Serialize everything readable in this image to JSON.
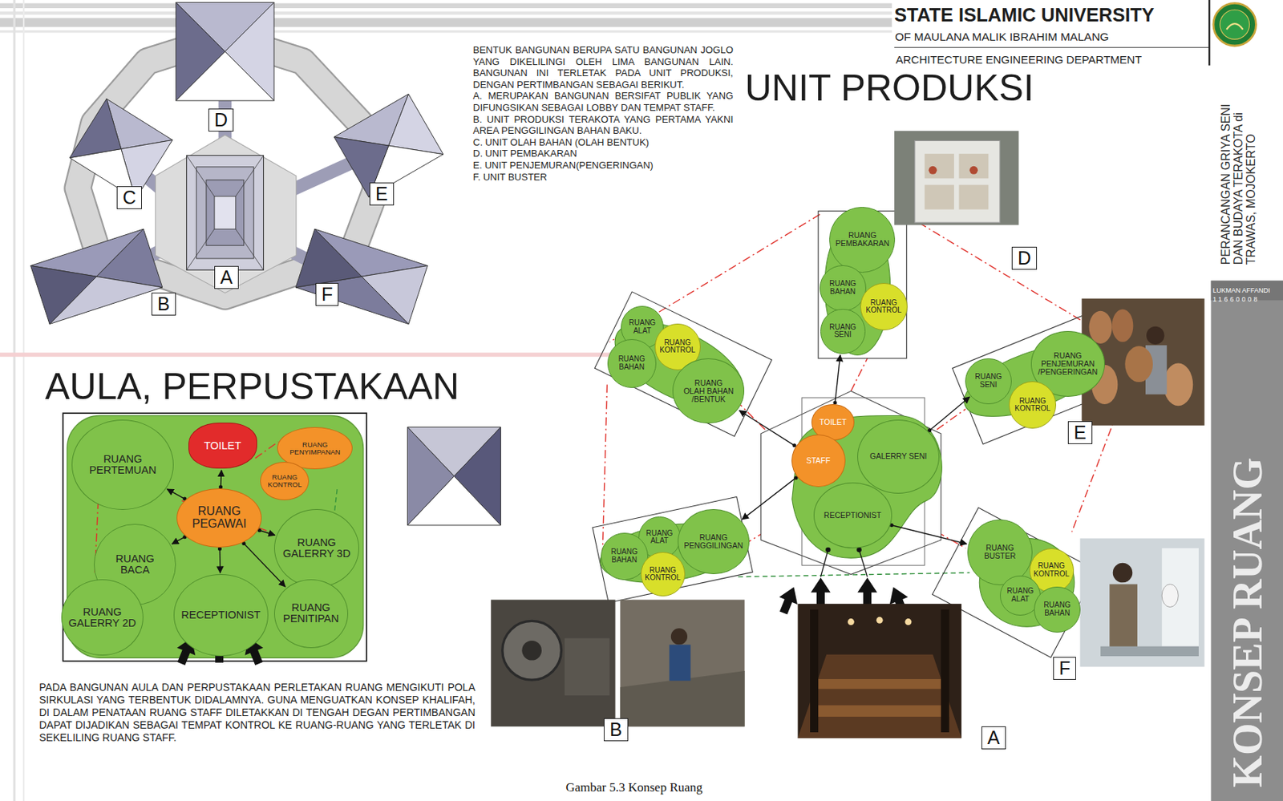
{
  "diagram": {
    "title": "UNIT PRODUKSI",
    "caption": "Gambar 5.3 Konsep Ruang",
    "nodes": [
      {
        "text": [
          "RUANG PERTEMUAN"
        ]
      },
      {
        "text": [
          "TOILET"
        ]
      },
      {
        "text": [
          "RUANG PENYIMPANAN"
        ]
      },
      {
        "text": [
          "RUANG KONTROL"
        ]
      },
      {
        "text": [
          "RUANG PEGAWAI"
        ]
      },
      {
        "text": [
          "RUANG BACA"
        ]
      },
      {
        "text": [
          "RUANG GALERRY 3D"
        ]
      },
      {
        "text": [
          "RUANG GALERRY 2D"
        ]
      },
      {
        "text": [
          "RECEPTIONIST"
        ]
      },
      {
        "text": [
          "RUANG PENITIPAN"
        ]
      },
      {
        "text": [
          "RUANG PEMBAKARAN"
        ]
      },
      {
        "text": [
          "RUANG BAHAN"
        ]
      },
      {
        "text": [
          "RUANG KONTROL"
        ]
      },
      {
        "text": [
          "RUANG SENI"
        ]
      },
      {
        "text": [
          "RUANG ALAT"
        ]
      },
      {
        "text": [
          "RUANG KONTROL"
        ]
      },
      {
        "text": [
          "RUANG BAHAN"
        ]
      },
      {
        "text": [
          "RUANG OLAH BAHAN /BENTUK"
        ]
      },
      {
        "text": [
          "RUANG SENI"
        ]
      },
      {
        "text": [
          "RUANG PENJEMURAN /PENGERINGAN"
        ]
      },
      {
        "text": [
          "RUANG KONTROL"
        ]
      },
      {
        "text": [
          "TOILET"
        ]
      },
      {
        "text": [
          "STAFF"
        ]
      },
      {
        "text": [
          "GALERRY SENI"
        ]
      },
      {
        "text": [
          "RECEPTIONIST"
        ]
      },
      {
        "text": [
          "RUANG ALAT"
        ]
      },
      {
        "text": [
          "RUANG BAHAN"
        ]
      },
      {
        "text": [
          "RUANG PENGGILINGAN"
        ]
      },
      {
        "text": [
          "RUANG KONTROL"
        ]
      },
      {
        "text": [
          "RUANG BUSTER"
        ]
      },
      {
        "text": [
          "RUANG KONTROL"
        ]
      },
      {
        "text": [
          "RUANG ALAT"
        ]
      },
      {
        "text": [
          "RUANG BAHAN"
        ]
      }
    ],
    "edges": [
      {
        "from": 4,
        "to": 0,
        "arrow": "to"
      },
      {
        "from": 4,
        "to": 1,
        "arrow": "to"
      },
      {
        "from": 4,
        "to": 5,
        "arrow": "to"
      },
      {
        "from": 4,
        "to": 6,
        "arrow": "to"
      },
      {
        "from": 4,
        "to": 8,
        "arrow": "to"
      },
      {
        "from": 4,
        "to": 9,
        "arrow": "to"
      },
      {
        "from": 21,
        "to": 13,
        "arrow": "to"
      },
      {
        "from": 22,
        "to": 17,
        "arrow": "to"
      },
      {
        "from": 22,
        "to": 27,
        "arrow": "to"
      },
      {
        "from": 23,
        "to": 18,
        "arrow": "to"
      },
      {
        "from": 24,
        "to": 29,
        "arrow": "to"
      }
    ],
    "labels": [
      "STATE ISLAMIC UNIVERSITY",
      "OF MAULANA MALIK IBRAHIM MALANG",
      "ARCHITECTURE ENGINEERING DEPARTMENT",
      "PERANCANGAN GRIYA SENI DAN BUDAYA TERAKOTA di TRAWAS, MOJOKERTO",
      "LUKMAN AFFANDI",
      "11660008",
      "KONSEP RUANG",
      "BENTUK BANGUNAN BERUPA SATU BANGUNAN JOGLO YANG DIKELILINGI OLEH LIMA BANGUNAN LAIN. BANGUNAN INI TERLETAK PADA UNIT PRODUKSI, DENGAN PERTIMBANGAN SEBAGAI BERIKUT.",
      "A. MERUPAKAN BANGUNAN BERSIFAT PUBLIK YANG DIFUNGSIKAN SEBAGAI LOBBY DAN TEMPAT STAFF.",
      "B. UNIT PRODUKSI TERAKOTA YANG PERTAMA YAKNI AREA PENGGILINGAN BAHAN BAKU.",
      "C. UNIT OLAH BAHAN (OLAH BENTUK)",
      "D. UNIT PEMBAKARAN",
      "E. UNIT PENJEMURAN(PENGERINGAN)",
      "F. UNIT BUSTER",
      "AULA, PERPUSTAKAAN",
      "PADA BANGUNAN AULA DAN PERPUSTAKAAN PERLETAKAN RUANG MENGIKUTI POLA SIRKULASI YANG TERBENTUK DIDALAMNYA. GUNA MENGUATKAN KONSEP KHALIFAH, DI DALAM PENATAAN RUANG STAFF DILETAKKAN DI TENGAH DEGAN PERTIMBANGAN DAPAT DIJADIKAN SEBAGAI TEMPAT KONTROL KE RUANG-RUANG YANG TERLETAK DI SEKELILING RUANG STAFF.",
      "D",
      "C",
      "E",
      "A",
      "B",
      "F",
      "D",
      "E",
      "B",
      "A",
      "F"
    ]
  }
}
